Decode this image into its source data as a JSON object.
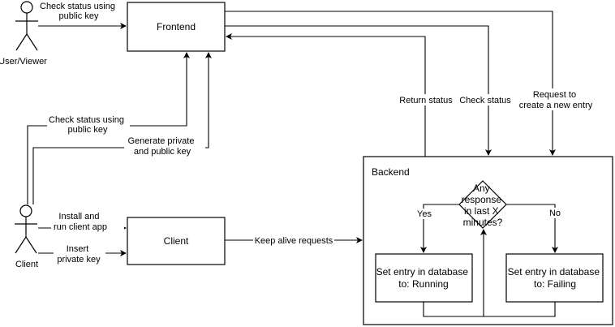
{
  "actors": {
    "user_viewer": "User/Viewer",
    "client": "Client"
  },
  "boxes": {
    "frontend": "Frontend",
    "client_app": "Client",
    "backend": "Backend",
    "set_running": [
      "Set entry in database",
      "to: Running"
    ],
    "set_failing": [
      "Set entry in database",
      "to: Failing"
    ]
  },
  "decision": {
    "lines": [
      "Any",
      "response",
      "in last X",
      "minutes?"
    ]
  },
  "edges": {
    "user_check_status": [
      "Check status using",
      "public key"
    ],
    "client_check_status": [
      "Check status using",
      "public key"
    ],
    "generate_keys": [
      "Generate private",
      "and public key"
    ],
    "install_client": [
      "Install and",
      "run client app"
    ],
    "insert_key": [
      "Insert",
      "private key"
    ],
    "keep_alive": "Keep alive requests",
    "return_status": "Return status",
    "check_status": "Check status",
    "create_entry": [
      "Request to",
      "create a new entry"
    ],
    "yes": "Yes",
    "no": "No"
  },
  "colors": {
    "stroke": "#000000",
    "fill": "#ffffff"
  }
}
